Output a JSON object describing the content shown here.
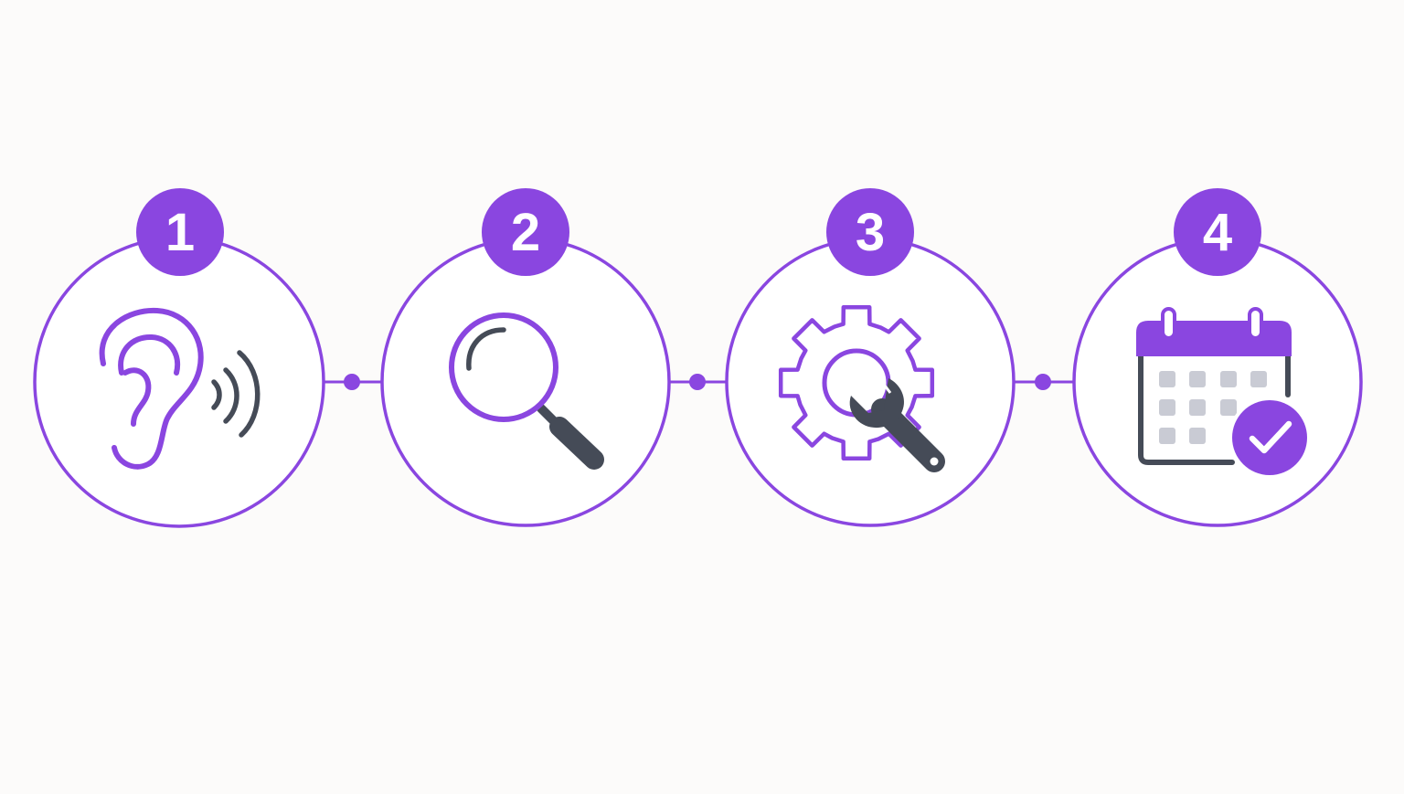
{
  "colors": {
    "background": "#fcfbfa",
    "accent": "#8a46e0",
    "icon_dark": "#454b57",
    "calendar_cells": "#c9cbd4",
    "badge_text": "#ffffff"
  },
  "steps": [
    {
      "number": "1",
      "icon": "ear-sound-icon"
    },
    {
      "number": "2",
      "icon": "magnifier-icon"
    },
    {
      "number": "3",
      "icon": "gear-wrench-icon"
    },
    {
      "number": "4",
      "icon": "calendar-check-icon"
    }
  ],
  "connectors": 3
}
